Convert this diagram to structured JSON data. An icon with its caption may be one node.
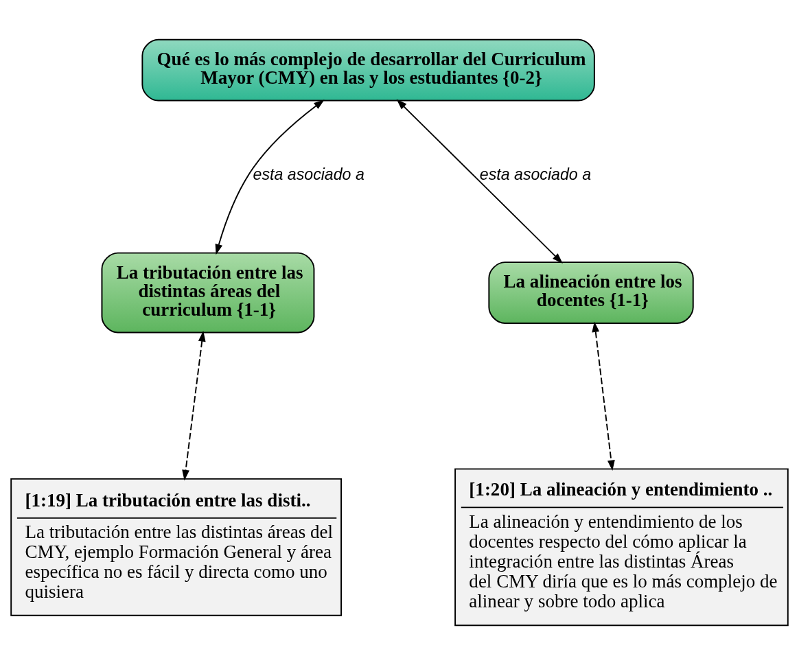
{
  "diagram": {
    "nodes": [
      {
        "text": [
          "Qué es lo más complejo de desarrollar del Curriculum Mayor (CMY) en las y los estudiantes {0-2}"
        ]
      },
      {
        "text": [
          "La tributación entre las distintas áreas del curriculum {1-1}"
        ]
      },
      {
        "text": [
          "La alineación entre los docentes {1-1}"
        ]
      },
      {
        "text": [
          "[1:19] La tributación entre las disti..",
          "La tributación entre las distintas áreas del CMY, ejemplo Formación General y área específica no es fácil y directa como uno quisiera"
        ]
      },
      {
        "text": [
          "[1:20] La alineación y entendimiento ..",
          "La alineación y entendimiento de los docentes respecto del cómo aplicar la integración entre las distintas Áreas del CMY diría que es lo más complejo de alinear y sobre todo aplica"
        ]
      }
    ],
    "edges": [
      {
        "from": 1,
        "to": 0,
        "arrow": "both",
        "label": "esta asociado a"
      },
      {
        "from": 2,
        "to": 0,
        "arrow": "both",
        "label": "esta asociado a"
      },
      {
        "from": 3,
        "to": 1,
        "arrow": "both",
        "style": "dashed"
      },
      {
        "from": 4,
        "to": 2,
        "arrow": "both",
        "style": "dashed"
      }
    ]
  }
}
